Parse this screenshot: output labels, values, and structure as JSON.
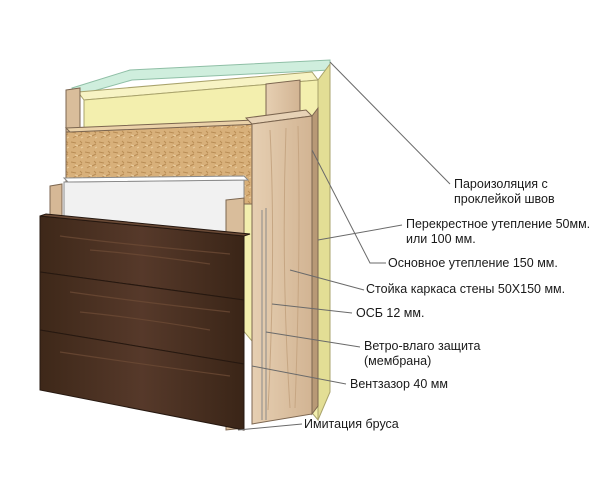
{
  "labels": {
    "vapor_barrier": [
      "Пароизоляция с",
      "проклейкой швов"
    ],
    "cross_insulation": [
      "Перекрестное утепление 50мм.",
      "или 100 мм."
    ],
    "main_insulation": "Основное утепление 150 мм.",
    "frame_post": "Стойка каркаса стены 50X150 мм.",
    "osb": "ОСБ 12 мм.",
    "wind_membrane": [
      "Ветро-влаго защита",
      "(мембрана)"
    ],
    "vent_gap": "Вентзазор 40 мм",
    "timber_imitation": "Имитация бруса"
  },
  "colors": {
    "insulation": "#f3efae",
    "vapor_film": "#c8ead8",
    "osb": "#d9b27f",
    "wood_light": "#dcc1a2",
    "wood_shade": "#b99a7a",
    "membrane": "#efefef",
    "siding": "#4a3121",
    "leader": "#6a6a6a"
  }
}
